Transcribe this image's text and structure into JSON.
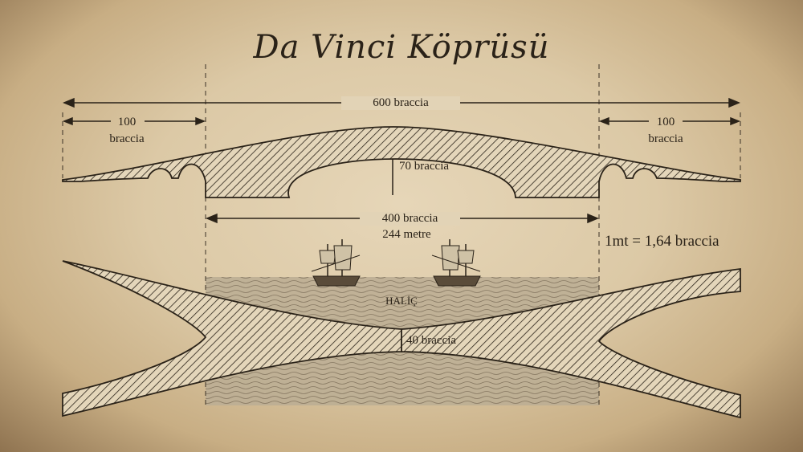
{
  "title": "Da Vinci Köprüsü",
  "dimensions": {
    "total_length": "600 braccia",
    "left_end_value": "100",
    "left_end_unit": "braccia",
    "right_end_value": "100",
    "right_end_unit": "braccia",
    "arch_height": "70 braccia",
    "span_braccia": "400 braccia",
    "span_metres": "244 metre",
    "deck_width": "40 braccia"
  },
  "scale_note": "1mt = 1,64 braccia",
  "waterway_label": "HALİÇ",
  "colors": {
    "parchment": "#dcc9a6",
    "ink": "#2a2218",
    "sea": "#b9ab92"
  },
  "icons": [
    "sailing-ship-icon",
    "sailing-ship-icon"
  ]
}
